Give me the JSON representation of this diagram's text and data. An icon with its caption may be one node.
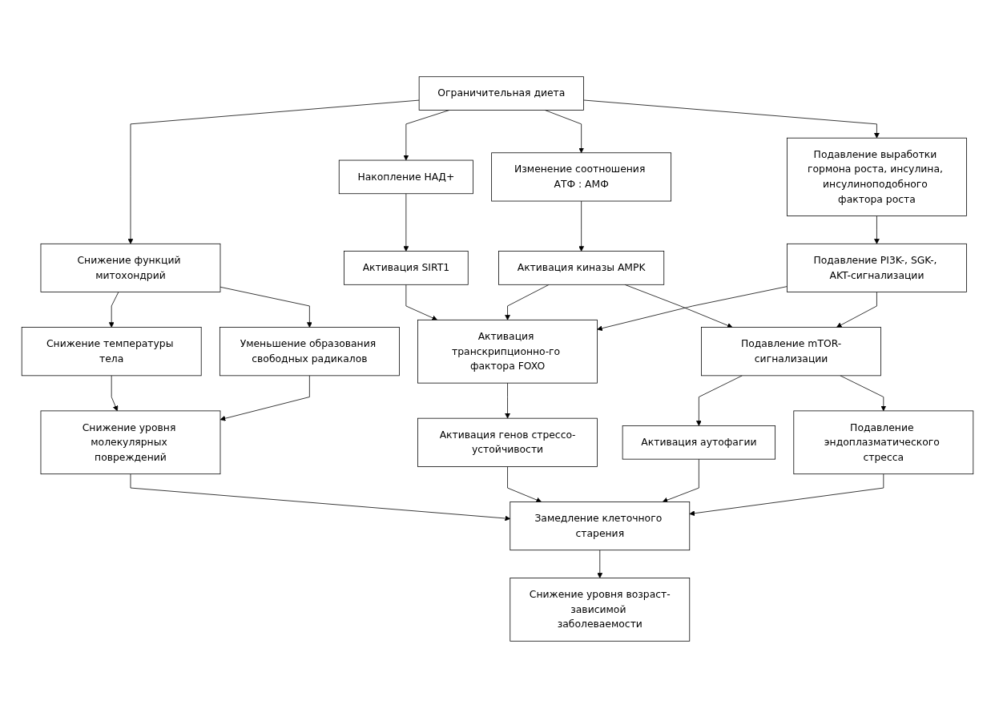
{
  "diagram": {
    "nodes": [
      {
        "text": [
          "Ограничительная диета"
        ]
      },
      {
        "text": [
          "Снижение функций митохондрий"
        ]
      },
      {
        "text": [
          "Подавление выработки гормона роста, инсулина, инсулиноподобного фактора роста"
        ]
      },
      {
        "text": [
          "Снижение температуры тела"
        ]
      },
      {
        "text": [
          "Накопление НАД+"
        ]
      },
      {
        "text": [
          "Изменение соотношения АТФ : АМФ"
        ]
      },
      {
        "text": [
          "Подавление PI3K-, SGK-, AKT-сигнализации"
        ]
      },
      {
        "text": [
          "Уменьшение образования свободных радикалов"
        ]
      },
      {
        "text": [
          "Активация SIRT1"
        ]
      },
      {
        "text": [
          "Активация киназы AMPK"
        ]
      },
      {
        "text": [
          "Снижение уровня молекулярных повреждений"
        ]
      },
      {
        "text": [
          "Активация транскрипционно-го фактора FOXO"
        ]
      },
      {
        "text": [
          "Подавление mTOR-сигнализации"
        ]
      },
      {
        "text": [
          "Активация генов стрессо-устойчивости"
        ]
      },
      {
        "text": [
          "Активация аутофагии"
        ]
      },
      {
        "text": [
          "Подавление эндоплазматического стресса"
        ]
      },
      {
        "text": [
          "Замедление клеточного старения"
        ]
      },
      {
        "text": [
          "Снижение уровня возраст-зависимой заболеваемости"
        ]
      }
    ],
    "edges": [
      {
        "from": 0,
        "to": 1,
        "arrow": "to"
      },
      {
        "from": 0,
        "to": 4,
        "arrow": "to"
      },
      {
        "from": 0,
        "to": 5,
        "arrow": "to"
      },
      {
        "from": 0,
        "to": 2,
        "arrow": "to"
      },
      {
        "from": 1,
        "to": 3,
        "arrow": "to"
      },
      {
        "from": 1,
        "to": 7,
        "arrow": "to"
      },
      {
        "from": 2,
        "to": 6,
        "arrow": "to"
      },
      {
        "from": 4,
        "to": 8,
        "arrow": "to"
      },
      {
        "from": 5,
        "to": 9,
        "arrow": "to"
      },
      {
        "from": 3,
        "to": 10,
        "arrow": "to"
      },
      {
        "from": 7,
        "to": 10,
        "arrow": "to"
      },
      {
        "from": 8,
        "to": 11,
        "arrow": "to"
      },
      {
        "from": 9,
        "to": 11,
        "arrow": "to"
      },
      {
        "from": 9,
        "to": 12,
        "arrow": "to"
      },
      {
        "from": 6,
        "to": 11,
        "arrow": "to"
      },
      {
        "from": 6,
        "to": 12,
        "arrow": "to"
      },
      {
        "from": 11,
        "to": 13,
        "arrow": "to"
      },
      {
        "from": 12,
        "to": 14,
        "arrow": "to"
      },
      {
        "from": 12,
        "to": 15,
        "arrow": "to"
      },
      {
        "from": 13,
        "to": 16,
        "arrow": "to"
      },
      {
        "from": 10,
        "to": 16,
        "arrow": "to"
      },
      {
        "from": 14,
        "to": 16,
        "arrow": "to"
      },
      {
        "from": 15,
        "to": 16,
        "arrow": "to"
      },
      {
        "from": 16,
        "to": 17,
        "arrow": "to"
      }
    ]
  }
}
